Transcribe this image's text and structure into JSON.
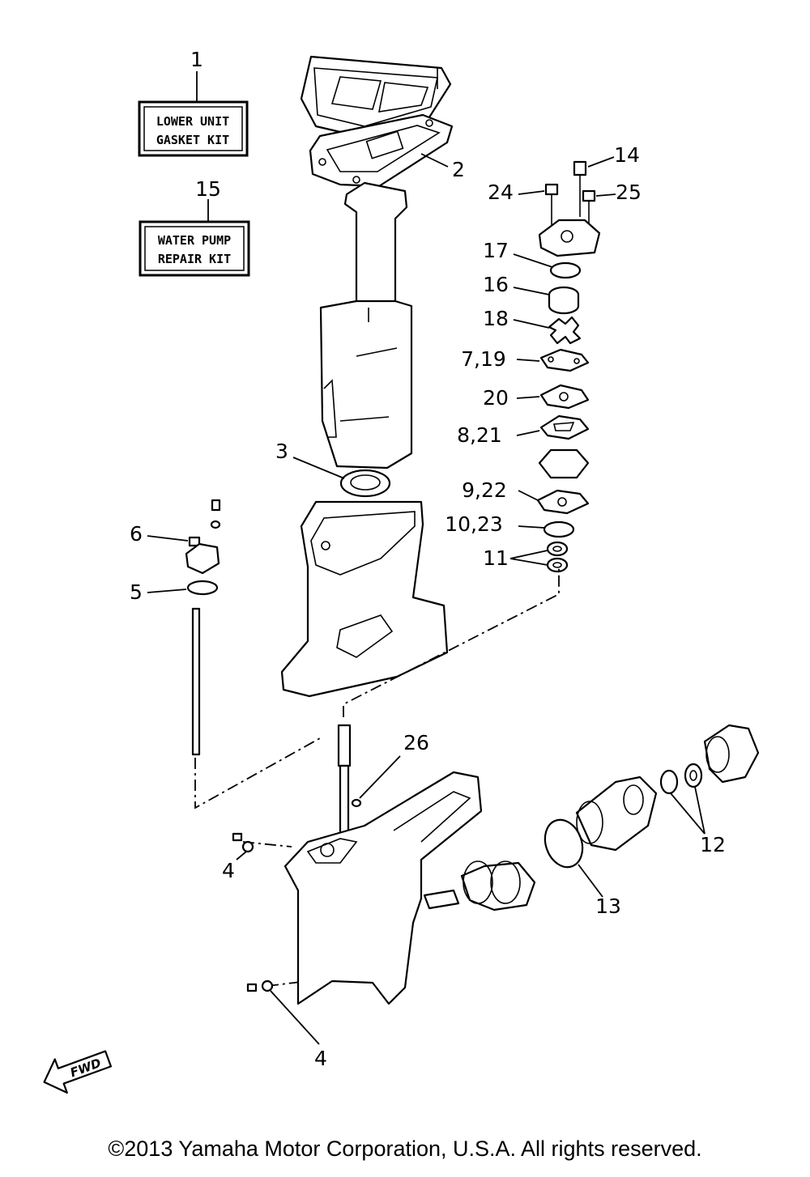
{
  "kits": [
    {
      "number": "1",
      "line1": "LOWER UNIT",
      "line2": "GASKET KIT"
    },
    {
      "number": "15",
      "line1": "WATER PUMP",
      "line2": "REPAIR KIT"
    }
  ],
  "callouts": {
    "c2": "2",
    "c14": "14",
    "c24": "24",
    "c25": "25",
    "c17": "17",
    "c16": "16",
    "c18": "18",
    "c7_19": "7,19",
    "c20": "20",
    "c8_21": "8,21",
    "c3": "3",
    "c9_22": "9,22",
    "c10_23": "10,23",
    "c11": "11",
    "c6": "6",
    "c5": "5",
    "c26": "26",
    "c4a": "4",
    "c4b": "4",
    "c12": "12",
    "c13": "13"
  },
  "direction_label": "FWD",
  "copyright": "©2013 Yamaha Motor Corporation, U.S.A. All rights reserved."
}
